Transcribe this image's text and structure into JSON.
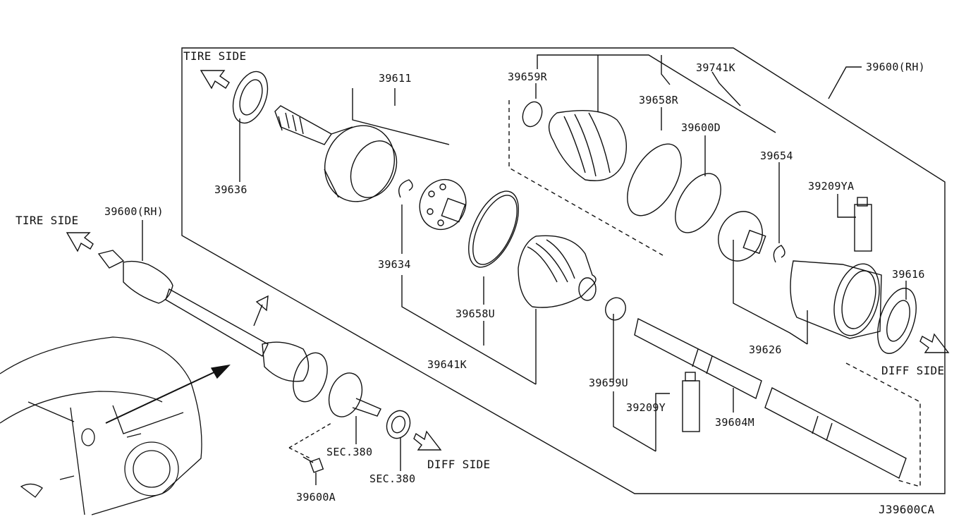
{
  "labels": {
    "tire_side_top": "TIRE SIDE",
    "tire_side_left": "TIRE SIDE",
    "diff_side_right": "DIFF SIDE",
    "diff_side_bottom": "DIFF SIDE",
    "p39600_rh_top": "39600(RH)",
    "p39600_rh_left": "39600(RH)",
    "p39611": "39611",
    "p39659R": "39659R",
    "p39741K": "39741K",
    "p39658R": "39658R",
    "p39600D": "39600D",
    "p39654": "39654",
    "p39209YA": "39209YA",
    "p39636": "39636",
    "p39634": "39634",
    "p39658U": "39658U",
    "p39641K": "39641K",
    "p39659U": "39659U",
    "p39209Y": "39209Y",
    "p39604M": "39604M",
    "p39626": "39626",
    "p39616": "39616",
    "sec380_a": "SEC.380",
    "sec380_b": "SEC.380",
    "p39600A": "39600A",
    "diagram_id": "J39600CA"
  },
  "colors": {
    "ink": "#111111",
    "paper": "#ffffff"
  }
}
